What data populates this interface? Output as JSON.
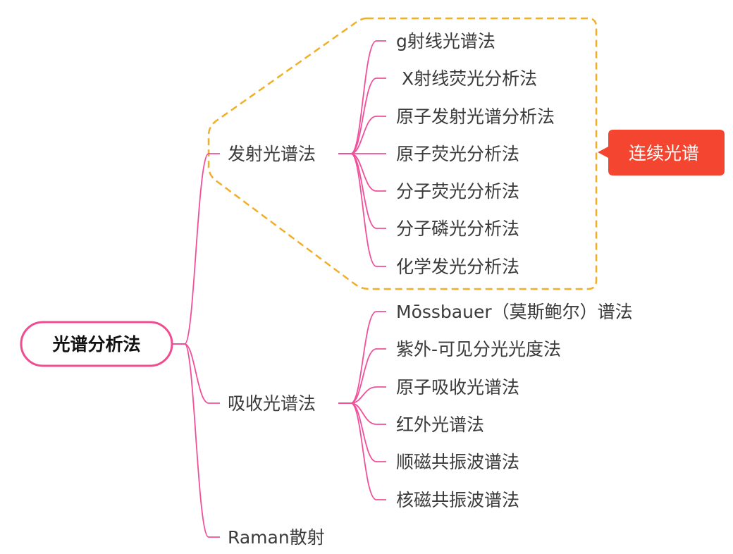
{
  "root": {
    "label": "光谱分析法"
  },
  "branches": [
    {
      "label": "发射光谱法",
      "children": [
        "g射线光谱法",
        " X射线荧光分析法",
        "原子发射光谱分析法",
        "原子荧光分析法",
        "分子荧光分析法",
        "分子磷光分析法",
        "化学发光分析法"
      ]
    },
    {
      "label": "吸收光谱法",
      "children": [
        "Mōssbauer（莫斯鲍尔）谱法",
        "紫外-可见分光光度法",
        "原子吸收光谱法",
        "红外光谱法",
        "顺磁共振波谱法",
        "核磁共振波谱法"
      ]
    },
    {
      "label": "Raman散射",
      "children": []
    }
  ],
  "callout": {
    "label": "连续光谱"
  },
  "colors": {
    "connector": "#f0509a",
    "root_border": "#ef4c92",
    "boundary": "#efb028",
    "callout_fill": "#f3452f",
    "text": "#3a3a3a"
  }
}
